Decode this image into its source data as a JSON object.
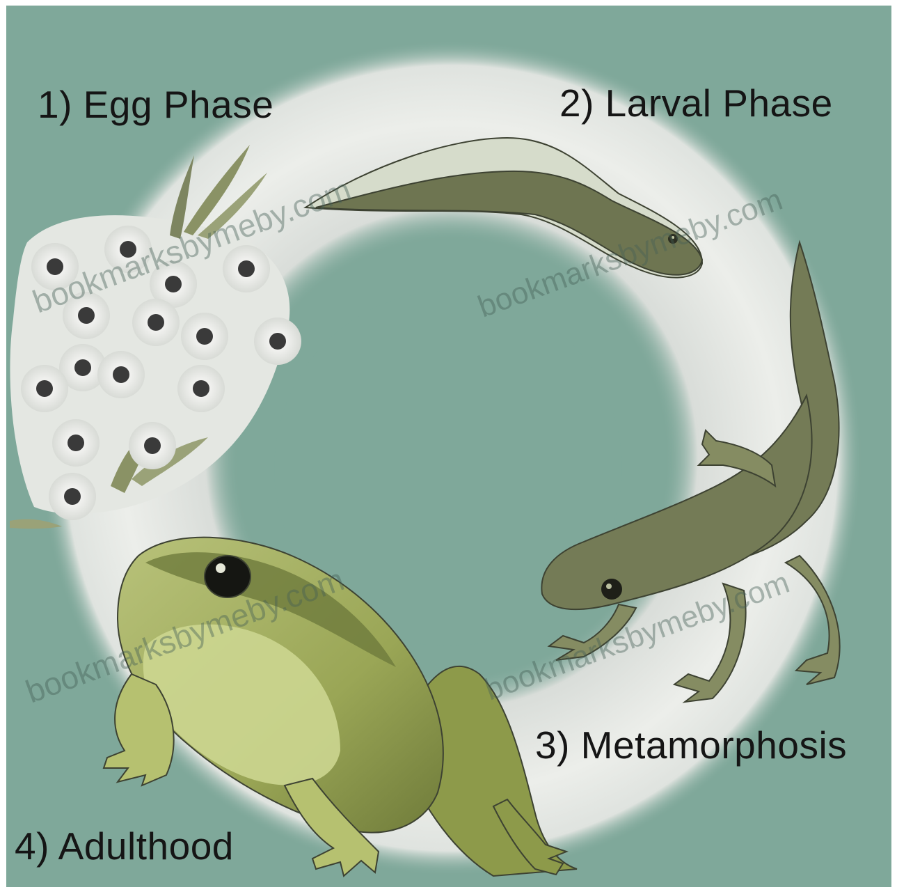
{
  "stages": [
    {
      "number": "1)",
      "label": "1) Egg Phase"
    },
    {
      "number": "2)",
      "label": "2) Larval Phase"
    },
    {
      "number": "3)",
      "label": "3) Metamorphosis"
    },
    {
      "number": "4)",
      "label": "4) Adulthood"
    }
  ],
  "watermark": "bookmarksbymeby.com",
  "colors": {
    "background": "#7fa89a",
    "ring": "#e9ebe8",
    "tadpole": "#6e7551",
    "froglet": "#727a55",
    "frog_light": "#c9d38d",
    "frog_dark": "#7d8a45",
    "egg_yolk": "#3a3a3a"
  }
}
